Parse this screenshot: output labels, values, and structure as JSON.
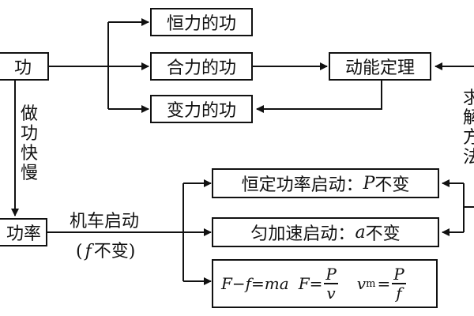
{
  "nodes": {
    "gong": "功",
    "hengli": "恒力的功",
    "heli": "合力的功",
    "bianli": "变力的功",
    "dongneng": "动能定理",
    "gonglv": "功率"
  },
  "edge_labels": {
    "zuogong": [
      "做",
      "功",
      "快",
      "慢"
    ],
    "jiche_line1": "机车启动",
    "jiche_line2_open": "(",
    "jiche_line2_var": "f",
    "jiche_line2_rest": "不变)",
    "qiujie": [
      "求",
      "解",
      "方",
      "法"
    ]
  },
  "rows": {
    "row1": {
      "prefix": "恒定功率启动：",
      "var": "P",
      "suffix": " 不变"
    },
    "row2": {
      "prefix": "匀加速启动：",
      "var": "a",
      "suffix": " 不变"
    },
    "row3": {
      "eq1": "F−f=ma",
      "f_eq": "F=",
      "f_num": "P",
      "f_den": "v",
      "vm_label": "v",
      "vm_sub": "m",
      "vm_eq": "=",
      "vm_num": "P",
      "vm_den": "f"
    }
  }
}
